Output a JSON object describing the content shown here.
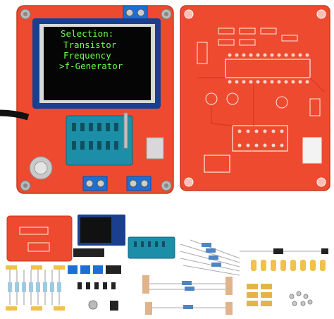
{
  "lcd": {
    "line1": "Selection:",
    "line2": "Transistor",
    "line3": "Frequency",
    "line4": ">f-Generator"
  },
  "colors": {
    "pcb": "#ee4a30",
    "pcb_edge": "#c63a22",
    "silk": "#ffe9e3",
    "lcd_bg": "#050505",
    "lcd_text": "#6dff4d",
    "socket": "#1d8ea8",
    "terminal": "#1c6fd6",
    "bezel": "#1a3f8f",
    "background": "#ffffff"
  },
  "icons": [
    "tester-pcb",
    "lcd-screen",
    "zif-socket",
    "terminal-block",
    "bare-pcb",
    "resistor",
    "capacitor",
    "potentiometer"
  ]
}
